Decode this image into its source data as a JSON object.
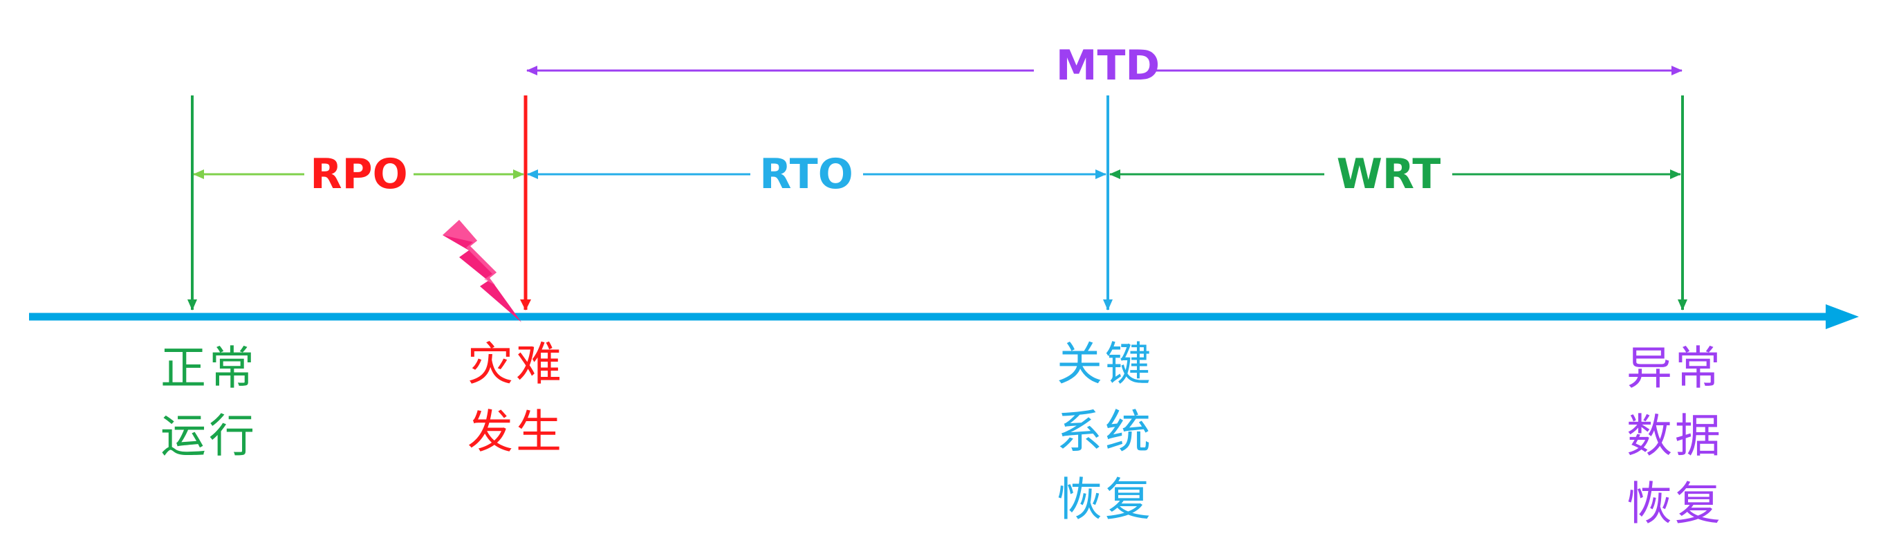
{
  "colors": {
    "axis": "#00a6e4",
    "green": "#1aa34a",
    "light_green": "#7fd04b",
    "red": "#ff1a1a",
    "blue": "#25aee8",
    "purple": "#9d3ff2",
    "bolt": "#f4207a"
  },
  "spans": {
    "rpo": "RPO",
    "rto": "RTO",
    "wrt": "WRT",
    "mtd": "MTD"
  },
  "events": {
    "normal": "正常\n运行",
    "disaster": "灾难\n发生",
    "key_system": "关键\n系统\n恢复",
    "abnormal_data": "异常\n数据\n恢复"
  },
  "icons": {
    "disaster": "lightning-bolt-icon"
  }
}
